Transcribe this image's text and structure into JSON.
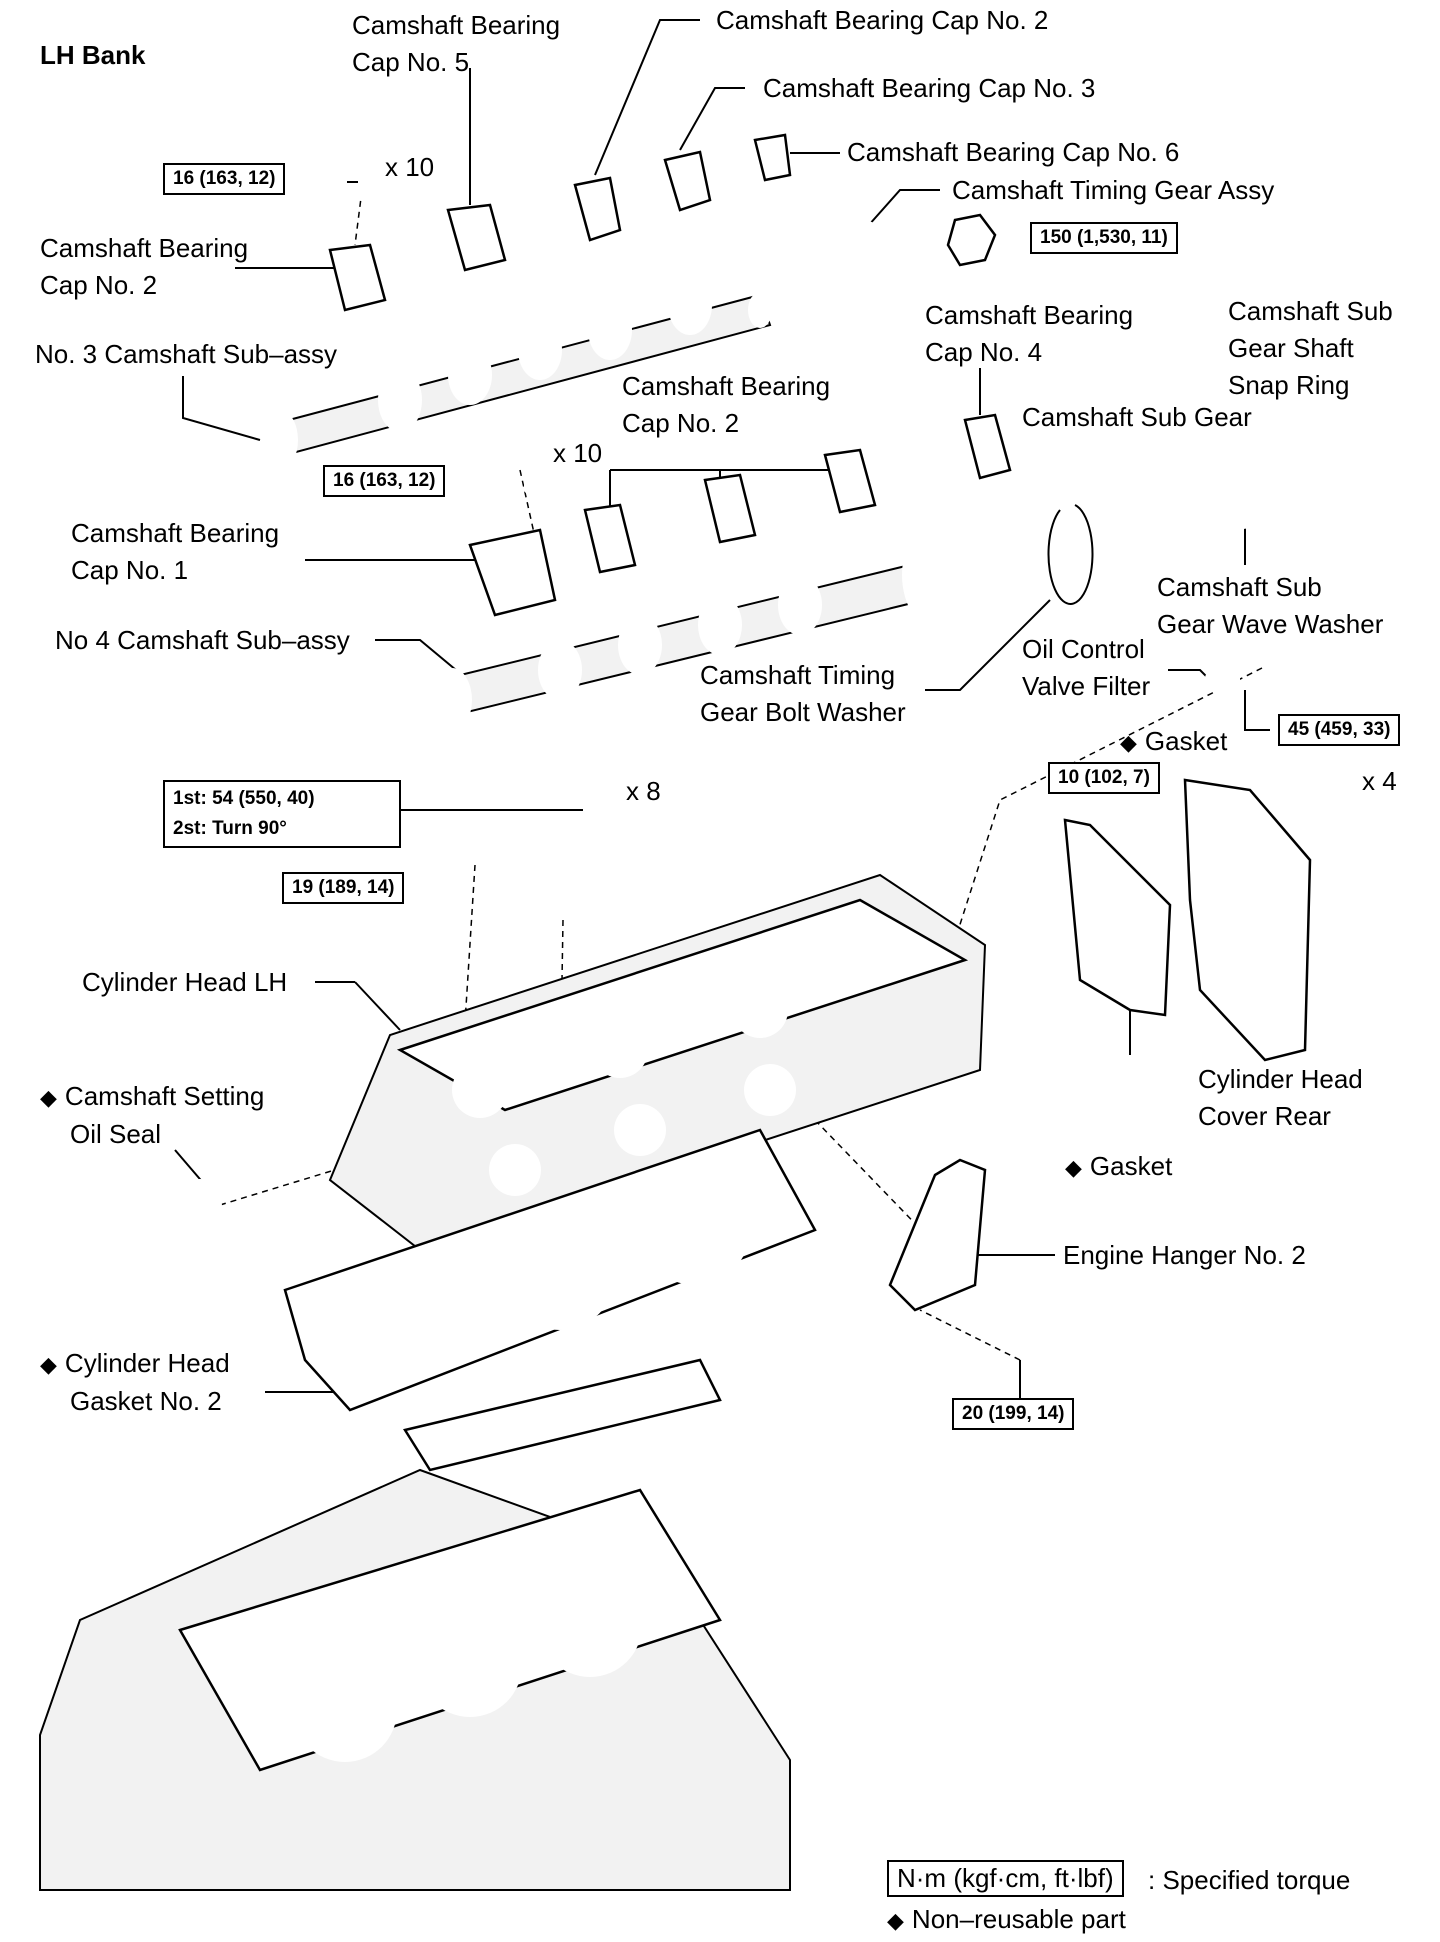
{
  "title": "LH Bank",
  "labels": {
    "cap5": [
      "Camshaft Bearing",
      "Cap No. 5"
    ],
    "cap2_top": "Camshaft Bearing Cap No. 2",
    "cap3": "Camshaft Bearing Cap No. 3",
    "cap6": "Camshaft Bearing Cap No. 6",
    "timing_gear": "Camshaft Timing Gear Assy",
    "cap2_left": [
      "Camshaft Bearing",
      "Cap No. 2"
    ],
    "cam3": "No. 3 Camshaft Sub–assy",
    "cap4": [
      "Camshaft Bearing",
      "Cap No. 4"
    ],
    "snap_ring": [
      "Camshaft Sub",
      "Gear Shaft",
      "Snap Ring"
    ],
    "cap2_mid": [
      "Camshaft Bearing",
      "Cap No. 2"
    ],
    "sub_gear": "Camshaft Sub Gear",
    "cap1": [
      "Camshaft Bearing",
      "Cap No. 1"
    ],
    "wave_washer": [
      "Camshaft Sub",
      "Gear Wave Washer"
    ],
    "cam4": "No 4 Camshaft Sub–assy",
    "ocv_filter": [
      "Oil Control",
      "Valve Filter"
    ],
    "bolt_washer": [
      "Camshaft Timing",
      "Gear Bolt Washer"
    ],
    "gasket_top": "Gasket",
    "head_lh": "Cylinder Head LH",
    "oil_seal": [
      "Camshaft Setting",
      "Oil Seal"
    ],
    "cover_rear": [
      "Cylinder Head",
      "Cover Rear"
    ],
    "gasket_rear": "Gasket",
    "hanger": "Engine Hanger No. 2",
    "head_gasket": [
      "Cylinder Head",
      "Gasket No. 2"
    ]
  },
  "torques": {
    "t1": "16 (163, 12)",
    "t2": "150 (1,530, 11)",
    "t3": "16 (163, 12)",
    "t4": "45 (459, 33)",
    "t5": "10 (102, 7)",
    "t6_line1": "1st: 54 (550, 40)",
    "t6_line2": "2st: Turn 90°",
    "t7": "19 (189, 14)",
    "t8": "20 (199, 14)"
  },
  "multipliers": {
    "m1": "x 10",
    "m2": "x 10",
    "m3": "x 4",
    "m4": "x 8"
  },
  "legend": {
    "unit_box": "N·m (kgf·cm, ft·lbf)",
    "unit_text": ": Specified torque",
    "nonreusable": "Non–reusable part",
    "diamond": "◆"
  }
}
